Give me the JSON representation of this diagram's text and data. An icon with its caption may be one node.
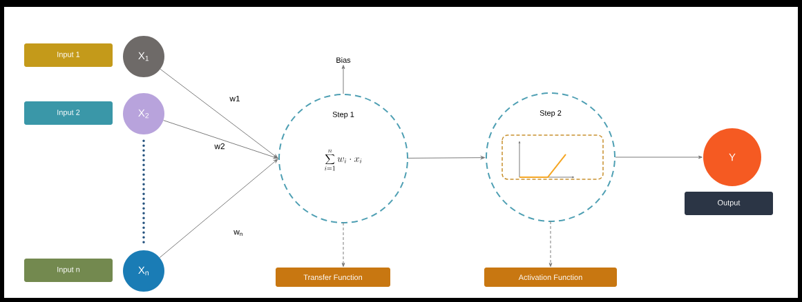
{
  "diagram": {
    "nodes": [
      {
        "text": [
          "Input 1"
        ]
      },
      {
        "text": [
          "X$_{1}$"
        ]
      },
      {
        "text": [
          "Input 2"
        ]
      },
      {
        "text": [
          "X$_{2}$"
        ]
      },
      {
        "text": [
          "Input n"
        ]
      },
      {
        "text": [
          "X$_{n}$"
        ]
      },
      {
        "text": [
          "Step 1",
          "\\sum_{i=1}^{n} w_{i} \\cdot x_{i}"
        ]
      },
      {
        "text": [
          "Bias"
        ]
      },
      {
        "text": [
          "Transfer Function"
        ]
      },
      {
        "text": [
          "Step 2"
        ]
      },
      {
        "text": [
          "Activation Function"
        ]
      },
      {
        "text": [
          "Y"
        ]
      },
      {
        "text": [
          "Output"
        ]
      }
    ],
    "edges": [
      {
        "from": 1,
        "to": 6,
        "arrow": "to",
        "label": "w1"
      },
      {
        "from": 3,
        "to": 6,
        "arrow": "to",
        "label": "w2"
      },
      {
        "from": 5,
        "to": 6,
        "arrow": "to",
        "label": "w$_{n}$"
      },
      {
        "from": 3,
        "to": 5,
        "arrow": "none",
        "style": "dashed",
        "color": "#24527e"
      },
      {
        "from": 6,
        "to": 7,
        "arrow": "to"
      },
      {
        "from": 6,
        "to": 8,
        "arrow": "to",
        "style": "dashed"
      },
      {
        "from": 6,
        "to": 9,
        "arrow": "to"
      },
      {
        "from": 9,
        "to": 10,
        "arrow": "to",
        "style": "dashed"
      },
      {
        "from": 9,
        "to": 11,
        "arrow": "to"
      }
    ]
  }
}
